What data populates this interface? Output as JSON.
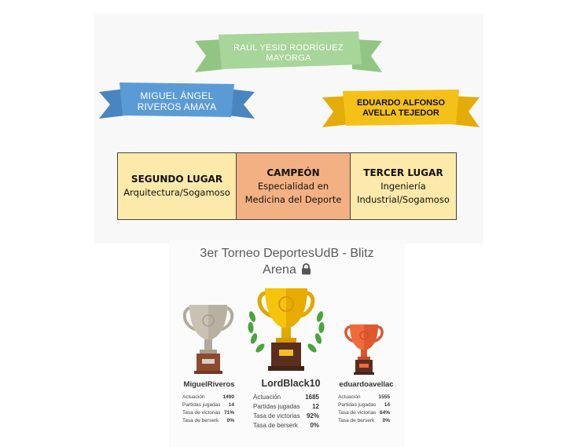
{
  "banners": {
    "green": {
      "text": "RAÚL YESID RODRÍGUEZ\nMAYORGA",
      "color": "#a8d59a"
    },
    "blue": {
      "text": "MIGUEL ÁNGEL\nRIVEROS AMAYA",
      "color": "#5b9bd5"
    },
    "yellow": {
      "text": "EDUARDO ALFONSO\nAVELLA TEJEDOR",
      "color": "#f5c118"
    }
  },
  "podium": {
    "second": {
      "title": "SEGUNDO LUGAR",
      "line1": "Arquitectura/Sogamoso"
    },
    "champion": {
      "title": "CAMPEÓN",
      "line1": "Especialidad en",
      "line2": "Medicina del Deporte"
    },
    "third": {
      "title": "TERCER LUGAR",
      "line1": "Ingeniería",
      "line2": "Industrial/Sogamoso"
    }
  },
  "tournament": {
    "title_line1": "3er Torneo DeportesUdB - Blitz",
    "title_line2": "Arena",
    "icon": "lock-icon"
  },
  "players": {
    "left": {
      "name": "MiguelRiveros",
      "trophy": "silver-trophy-icon",
      "stats": [
        {
          "label": "Actuación",
          "value": "1490"
        },
        {
          "label": "Partidas jugadas",
          "value": "14"
        },
        {
          "label": "Tasa de victorias",
          "value": "71%"
        },
        {
          "label": "Tasa de berserk",
          "value": "0%"
        }
      ]
    },
    "center": {
      "name": "LordBlack10",
      "trophy": "gold-trophy-icon",
      "stats": [
        {
          "label": "Actuación",
          "value": "1685"
        },
        {
          "label": "Partidas jugadas",
          "value": "12"
        },
        {
          "label": "Tasa de victorias",
          "value": "92%"
        },
        {
          "label": "Tasa de berserk",
          "value": "0%"
        }
      ]
    },
    "right": {
      "name": "eduardoavellac",
      "trophy": "bronze-trophy-icon",
      "stats": [
        {
          "label": "Actuación",
          "value": "1555"
        },
        {
          "label": "Partidas jugadas",
          "value": "14"
        },
        {
          "label": "Tasa de victorias",
          "value": "64%"
        },
        {
          "label": "Tasa de berserk",
          "value": "0%"
        }
      ]
    }
  }
}
